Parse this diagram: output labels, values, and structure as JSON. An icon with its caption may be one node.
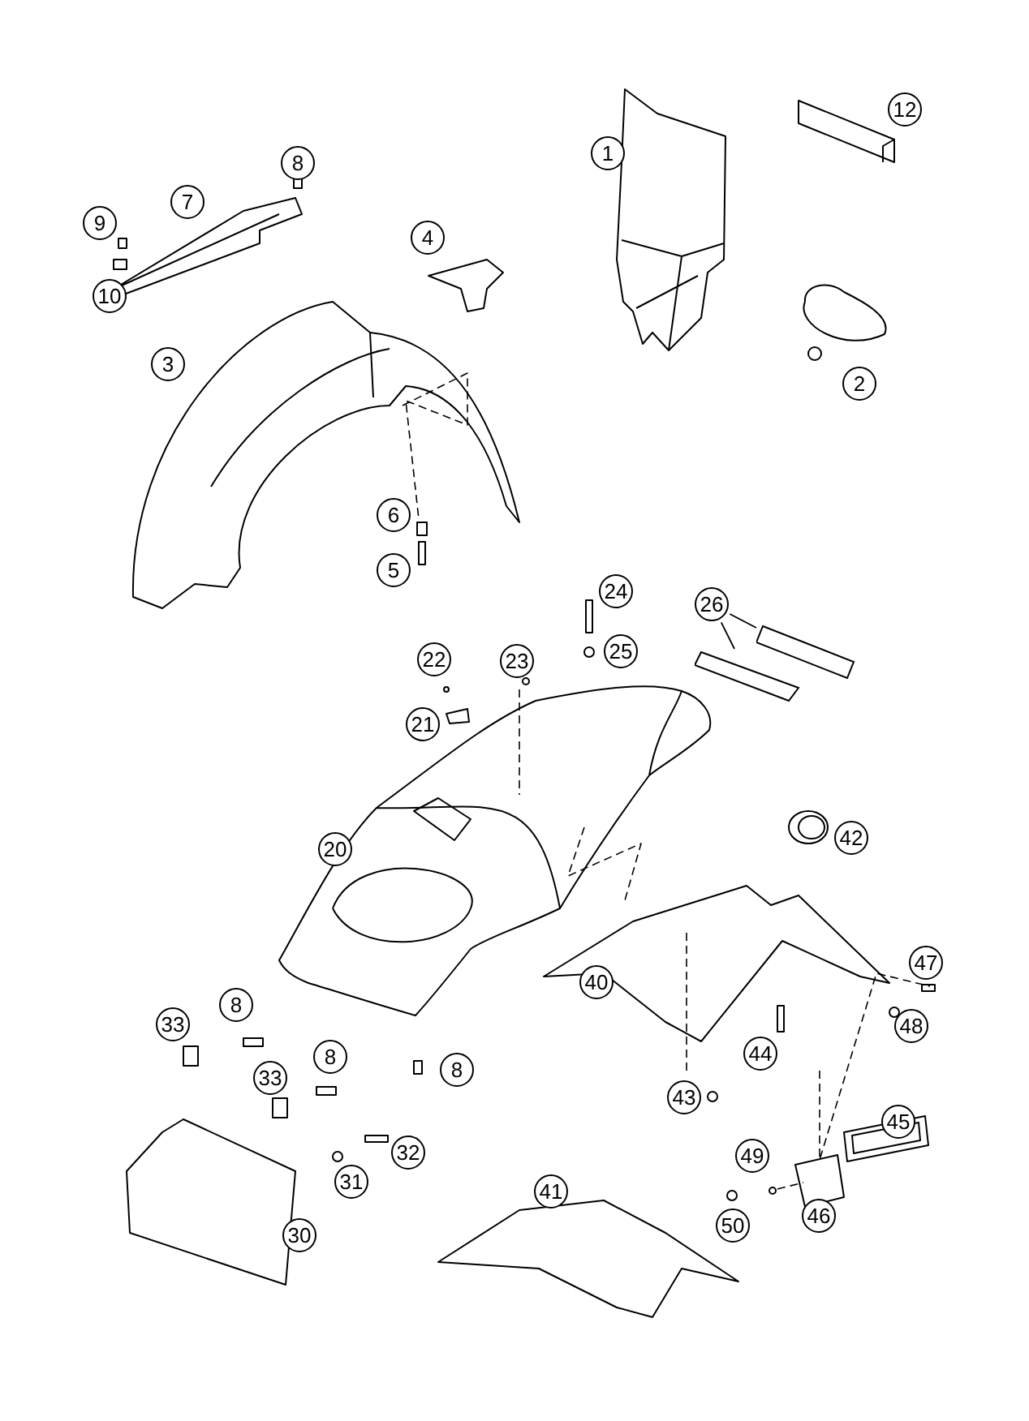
{
  "diagram": {
    "nodes": [
      {
        "text": [
          "12"
        ]
      },
      {
        "text": [
          "1"
        ]
      },
      {
        "text": [
          "8"
        ]
      },
      {
        "text": [
          "7"
        ]
      },
      {
        "text": [
          "9"
        ]
      },
      {
        "text": [
          "4"
        ]
      },
      {
        "text": [
          "10"
        ]
      },
      {
        "text": [
          "3"
        ]
      },
      {
        "text": [
          "2"
        ]
      },
      {
        "text": [
          "6"
        ]
      },
      {
        "text": [
          "5"
        ]
      },
      {
        "text": [
          "24"
        ]
      },
      {
        "text": [
          "26"
        ]
      },
      {
        "text": [
          "25"
        ]
      },
      {
        "text": [
          "22"
        ]
      },
      {
        "text": [
          "23"
        ]
      },
      {
        "text": [
          "21"
        ]
      },
      {
        "text": [
          "20"
        ]
      },
      {
        "text": [
          "42"
        ]
      },
      {
        "text": [
          "40"
        ]
      },
      {
        "text": [
          "47"
        ]
      },
      {
        "text": [
          "33"
        ]
      },
      {
        "text": [
          "8"
        ]
      },
      {
        "text": [
          "48"
        ]
      },
      {
        "text": [
          "33"
        ]
      },
      {
        "text": [
          "8"
        ]
      },
      {
        "text": [
          "8"
        ]
      },
      {
        "text": [
          "44"
        ]
      },
      {
        "text": [
          "43"
        ]
      },
      {
        "text": [
          "45"
        ]
      },
      {
        "text": [
          "32"
        ]
      },
      {
        "text": [
          "49"
        ]
      },
      {
        "text": [
          "31"
        ]
      },
      {
        "text": [
          "41"
        ]
      },
      {
        "text": [
          "30"
        ]
      },
      {
        "text": [
          "50"
        ]
      },
      {
        "text": [
          "46"
        ]
      },
      {
        "text": [],
        "shape": "picture"
      },
      {
        "text": [],
        "shape": "picture"
      }
    ],
    "edges": [
      {
        "from": 12,
        "to": 37,
        "arrow": "none"
      },
      {
        "from": 12,
        "to": 38,
        "arrow": "none"
      }
    ]
  }
}
